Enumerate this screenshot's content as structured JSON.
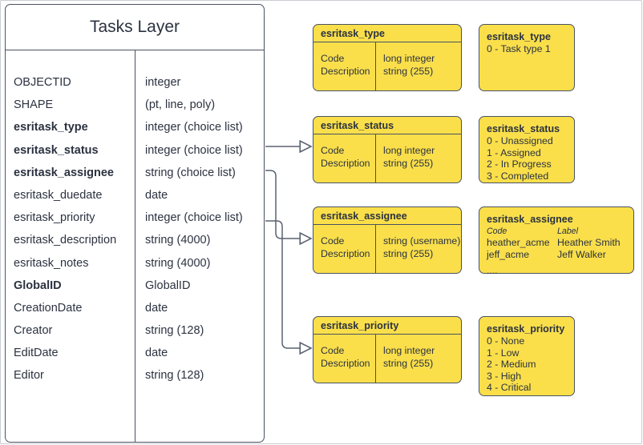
{
  "diagram": {
    "title": "Tasks Layer",
    "entity": {
      "title": "Tasks Layer",
      "fields": [
        {
          "name": "OBJECTID",
          "type": "integer",
          "bold": false
        },
        {
          "name": "SHAPE",
          "type": "(pt, line, poly)",
          "bold": false
        },
        {
          "name": "esritask_type",
          "type": "integer (choice list)",
          "bold": true
        },
        {
          "name": "esritask_status",
          "type": "integer (choice list)",
          "bold": true
        },
        {
          "name": "esritask_assignee",
          "type": "string (choice list)",
          "bold": true
        },
        {
          "name": "esritask_duedate",
          "type": "date",
          "bold": false
        },
        {
          "name": "esritask_priority",
          "type": "integer (choice list)",
          "bold": false
        },
        {
          "name": "esritask_description",
          "type": "string (4000)",
          "bold": false
        },
        {
          "name": "esritask_notes",
          "type": "string (4000)",
          "bold": false
        },
        {
          "name": "GlobalID",
          "type": "GlobalID",
          "bold": true
        },
        {
          "name": "CreationDate",
          "type": "date",
          "bold": false
        },
        {
          "name": "Creator",
          "type": "string (128)",
          "bold": false
        },
        {
          "name": "EditDate",
          "type": "date",
          "bold": false
        },
        {
          "name": "Editor",
          "type": "string (128)",
          "bold": false
        }
      ]
    },
    "tables": [
      {
        "header": "esritask_type",
        "rows": [
          {
            "code": "Code",
            "type": "long integer"
          },
          {
            "code": "Description",
            "type": "string (255)"
          }
        ]
      },
      {
        "header": "esritask_status",
        "rows": [
          {
            "code": "Code",
            "type": "long integer"
          },
          {
            "code": "Description",
            "type": "string (255)"
          }
        ]
      },
      {
        "header": "esritask_assignee",
        "rows": [
          {
            "code": "Code",
            "type": "string  (username)"
          },
          {
            "code": "Description",
            "type": "string (255)"
          }
        ]
      },
      {
        "header": "esritask_priority",
        "rows": [
          {
            "code": "Code",
            "type": "long integer"
          },
          {
            "code": "Description",
            "type": "string (255)"
          }
        ]
      }
    ],
    "domains": [
      {
        "title": "esritask_type",
        "values": [
          "0 - Task type 1"
        ]
      },
      {
        "title": "esritask_status",
        "values": [
          "0 - Unassigned",
          "1 - Assigned",
          "2 - In Progress",
          "3 - Completed"
        ]
      },
      {
        "title": "esritask_assignee",
        "header_code": "Code",
        "header_label": "Label",
        "pairs": [
          {
            "code": "heather_acme",
            "label": "Heather Smith"
          },
          {
            "code": "jeff_acme",
            "label": "Jeff Walker"
          }
        ],
        "ellipsis": "...."
      },
      {
        "title": "esritask_priority",
        "values": [
          "0 - None",
          "1 - Low",
          "2 - Medium",
          "3 - High",
          "4 - Critical"
        ]
      }
    ],
    "colors": {
      "fill_yellow": "#fadf4b",
      "stroke_dark": "#4a5260",
      "text_dark": "#2b3240",
      "frame_gray": "#c9ccd1",
      "background": "#ffffff"
    }
  }
}
